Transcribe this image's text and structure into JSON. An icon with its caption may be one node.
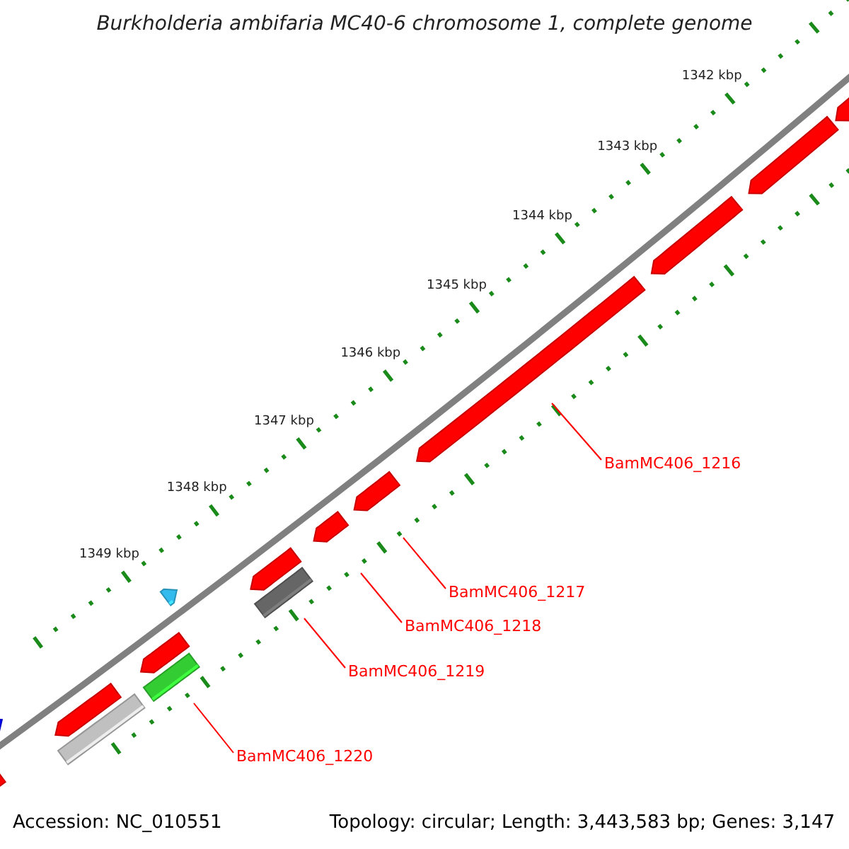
{
  "diagram": {
    "title": "Burkholderia ambifaria MC40-6 chromosome 1, complete genome",
    "nodes": [
      {
        "text": [
          "BamMC406_1216"
        ]
      },
      {
        "text": [
          "BamMC406_1217"
        ]
      },
      {
        "text": [
          "BamMC406_1218"
        ]
      },
      {
        "text": [
          "BamMC406_1219"
        ]
      },
      {
        "text": [
          "BamMC406_1220"
        ]
      }
    ],
    "edges": [
      {
        "from": 0,
        "to": null,
        "arrow": "none"
      },
      {
        "from": 1,
        "to": null,
        "arrow": "none"
      },
      {
        "from": 2,
        "to": null,
        "arrow": "none"
      },
      {
        "from": 3,
        "to": null,
        "arrow": "none"
      },
      {
        "from": 4,
        "to": null,
        "arrow": "none"
      }
    ],
    "labels": [
      "1342 kbp",
      "1343 kbp",
      "1344 kbp",
      "1345 kbp",
      "1346 kbp",
      "1347 kbp",
      "1348 kbp",
      "1349 kbp",
      "Accession: NC_010551",
      "Topology: circular; Length: 3,443,583 bp; Genes: 3,147"
    ]
  }
}
